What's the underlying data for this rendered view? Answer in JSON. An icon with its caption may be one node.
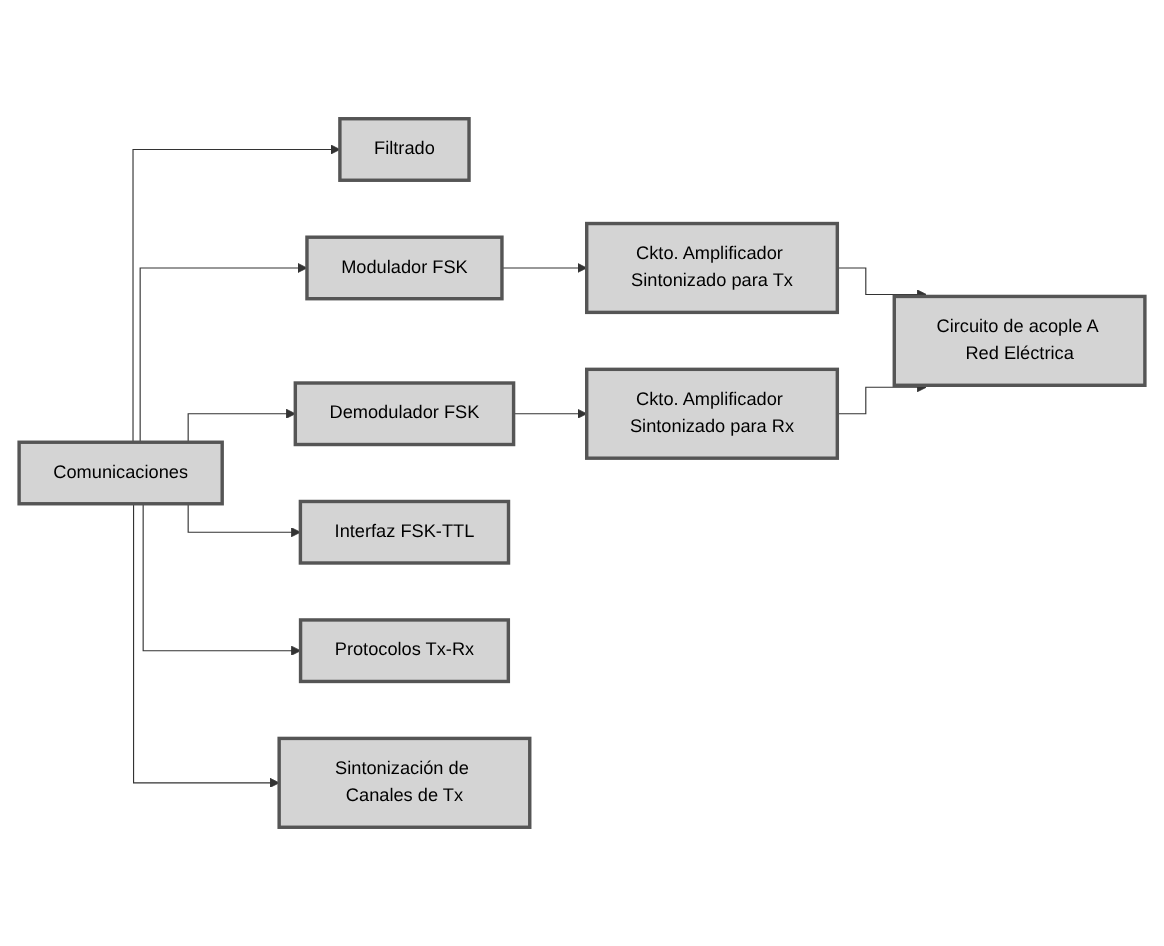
{
  "diagram": {
    "nodes": [
      {
        "text": [
          "Comunicaciones"
        ]
      },
      {
        "text": [
          "Filtrado"
        ]
      },
      {
        "text": [
          "Modulador FSK"
        ]
      },
      {
        "text": [
          "Ckto. Amplificador Sintonizado para Tx"
        ]
      },
      {
        "text": [
          "Circuito de acople A Red Eléctrica"
        ]
      },
      {
        "text": [
          "Demodulador FSK"
        ]
      },
      {
        "text": [
          "Ckto. Amplificador Sintonizado para Rx"
        ]
      },
      {
        "text": [
          "Interfaz FSK-TTL"
        ]
      },
      {
        "text": [
          "Protocolos Tx-Rx"
        ]
      },
      {
        "text": [
          "Sintonización de Canales de Tx"
        ]
      }
    ],
    "edges": [
      {
        "from": 0,
        "to": 1,
        "arrow": "to"
      },
      {
        "from": 0,
        "to": 2,
        "arrow": "to"
      },
      {
        "from": 0,
        "to": 5,
        "arrow": "to"
      },
      {
        "from": 0,
        "to": 7,
        "arrow": "to"
      },
      {
        "from": 0,
        "to": 8,
        "arrow": "to"
      },
      {
        "from": 0,
        "to": 9,
        "arrow": "to"
      },
      {
        "from": 2,
        "to": 3,
        "arrow": "to"
      },
      {
        "from": 5,
        "to": 6,
        "arrow": "to"
      },
      {
        "from": 3,
        "to": 4,
        "arrow": "to"
      },
      {
        "from": 6,
        "to": 4,
        "arrow": "to"
      }
    ]
  }
}
